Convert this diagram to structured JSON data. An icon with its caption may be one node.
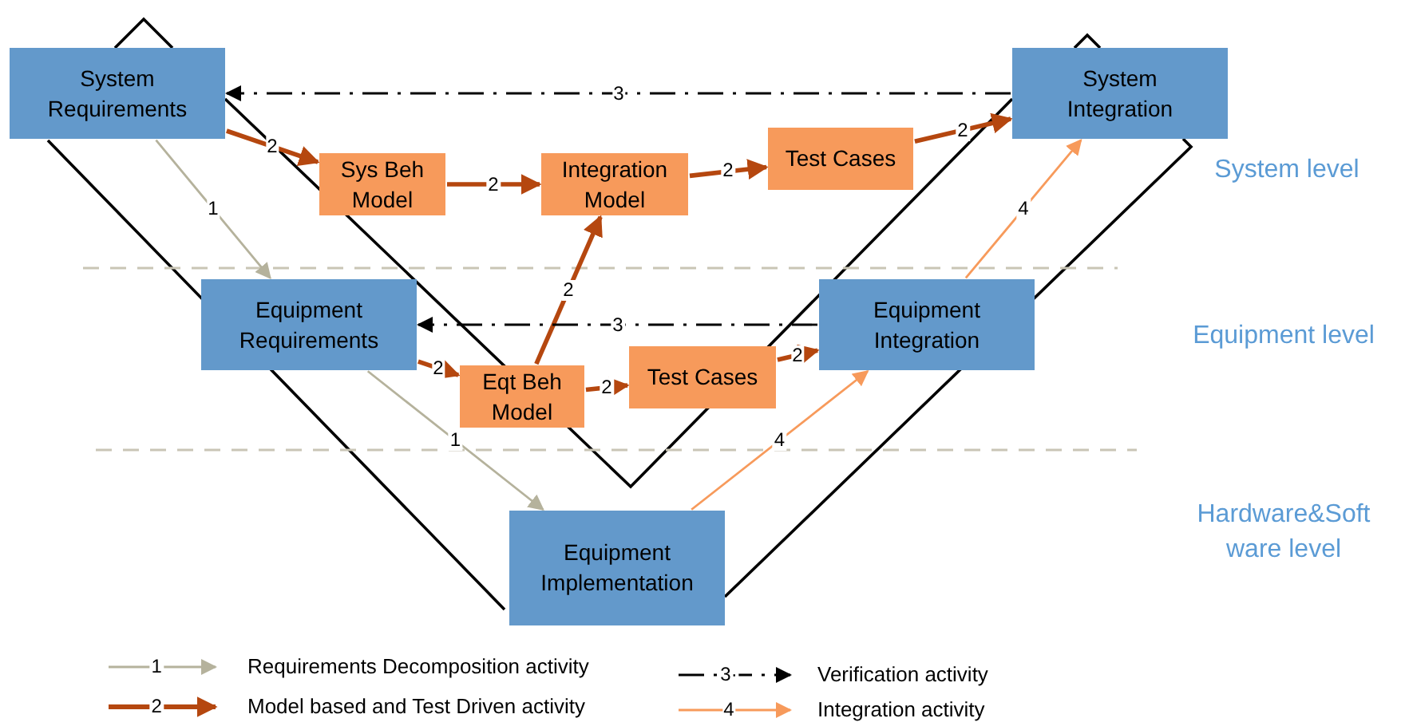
{
  "diagram": {
    "nodes": [
      {
        "text": [
          "System Requirements"
        ]
      },
      {
        "text": [
          "Sys Beh Model"
        ]
      },
      {
        "text": [
          "Integration Model"
        ]
      },
      {
        "text": [
          "Test Cases"
        ]
      },
      {
        "text": [
          "System Integration"
        ]
      },
      {
        "text": [
          "Equipment Requirements"
        ]
      },
      {
        "text": [
          "Eqt Beh Model"
        ]
      },
      {
        "text": [
          "Test Cases"
        ]
      },
      {
        "text": [
          "Equipment Integration"
        ]
      },
      {
        "text": [
          "Equipment Implementation"
        ]
      }
    ],
    "edges": [
      {
        "from": 0,
        "to": 1,
        "arrow": "to",
        "label": "2"
      },
      {
        "from": 1,
        "to": 2,
        "arrow": "to",
        "label": "2"
      },
      {
        "from": 2,
        "to": 3,
        "arrow": "to",
        "label": "2"
      },
      {
        "from": 3,
        "to": 4,
        "arrow": "to",
        "label": "2"
      },
      {
        "from": 4,
        "to": 0,
        "arrow": "to",
        "label": "3",
        "style": "dashed",
        "color": "#000000"
      },
      {
        "from": 0,
        "to": 5,
        "arrow": "to",
        "label": "1",
        "color": "#b5b29c"
      },
      {
        "from": 5,
        "to": 6,
        "arrow": "to",
        "label": "2"
      },
      {
        "from": 6,
        "to": 2,
        "arrow": "to",
        "label": "2"
      },
      {
        "from": 6,
        "to": 7,
        "arrow": "to",
        "label": "2"
      },
      {
        "from": 7,
        "to": 8,
        "arrow": "to",
        "label": "2"
      },
      {
        "from": 8,
        "to": 5,
        "arrow": "to",
        "label": "3",
        "style": "dashed",
        "color": "#000000"
      },
      {
        "from": 5,
        "to": 9,
        "arrow": "to",
        "label": "1",
        "color": "#b5b29c"
      },
      {
        "from": 9,
        "to": 8,
        "arrow": "to",
        "label": "4",
        "color": "#f79a5b"
      },
      {
        "from": 8,
        "to": 4,
        "arrow": "to",
        "label": "4",
        "color": "#f79a5b"
      }
    ],
    "labels": [
      "System level",
      "Equipment level",
      "Hardware&Soft ware level",
      "1",
      "2",
      "3·",
      "4"
    ],
    "legend": [
      {
        "text": "Requirements Decomposition activity"
      },
      {
        "text": "Verification activity"
      },
      {
        "text": "Model based and Test Driven activity"
      },
      {
        "text": "Integration activity"
      }
    ]
  }
}
